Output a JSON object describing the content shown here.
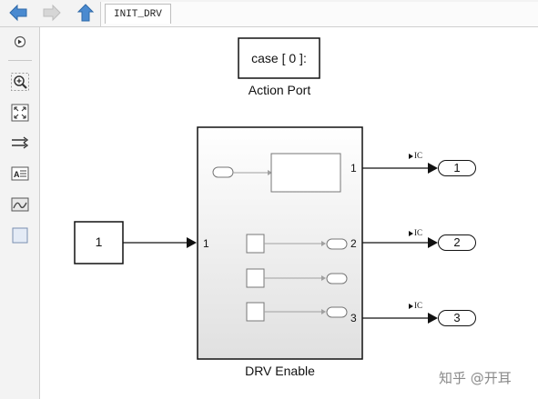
{
  "toolbar": {
    "back_icon": "back-arrow-icon",
    "forward_icon": "forward-arrow-icon",
    "up_icon": "up-arrow-icon",
    "breadcrumb": "INIT_DRV"
  },
  "palette": {
    "items": [
      "hide-browser-icon",
      "zoom-icon",
      "fit-view-icon",
      "signal-route-icon",
      "annotation-icon",
      "image-icon",
      "area-icon"
    ]
  },
  "diagram": {
    "action_port": {
      "text": "case [ 0 ]:",
      "label": "Action Port"
    },
    "constant": {
      "value": "1"
    },
    "subsystem": {
      "label": "DRV Enable",
      "input_port": "1",
      "output_ports": [
        "1",
        "2",
        "3"
      ]
    },
    "outports": [
      {
        "number": "1",
        "ic": "IC"
      },
      {
        "number": "2",
        "ic": "IC"
      },
      {
        "number": "3",
        "ic": "IC"
      }
    ]
  },
  "watermark": "知乎 @开耳",
  "colors": {
    "nav_arrow": "#4a8ad0",
    "line": "#111111",
    "inner_line": "#a0a0a0",
    "subsystem_fill_top": "#ffffff",
    "subsystem_fill_bottom": "#e0e0e0"
  }
}
